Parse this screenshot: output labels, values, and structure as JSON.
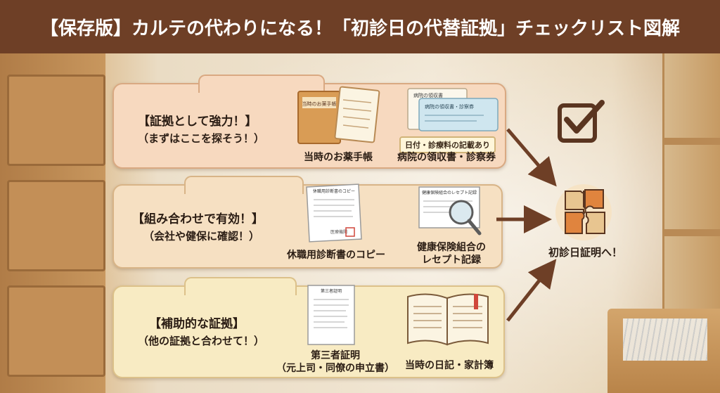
{
  "header": {
    "title": "【保存版】カルテの代わりになる！「初診日の代替証拠」チェックリスト図解"
  },
  "sections": [
    {
      "heading": "【証拠として強力！】",
      "subheading": "（まずはここを探そう！）",
      "items": [
        {
          "label": "当時のお薬手帳",
          "icon": "medicine-notebook-icon",
          "cover_text": "当時のお薬手帳"
        },
        {
          "label": "病院の領収書・診察券",
          "icon": "receipt-and-card-icon",
          "note": "日付・診療料の記載あり",
          "card_text_a": "病院の領収書",
          "card_text_b": "病院の領収書・診察券"
        }
      ]
    },
    {
      "heading": "【組み合わせで有効！】",
      "subheading": "（会社や健保に確認！）",
      "items": [
        {
          "label": "休職用診断書のコピー",
          "icon": "medical-certificate-icon",
          "doc_title": "休職用診断書のコピー",
          "stamp": "医療機関"
        },
        {
          "label_line1": "健康保険組合の",
          "label_line2": "レセプト記録",
          "icon": "insurance-record-magnifier-icon",
          "doc_title": "健康保険組合のレセプト記録"
        }
      ]
    },
    {
      "heading": "【補助的な証拠】",
      "subheading": "（他の証拠と合わせて！）",
      "items": [
        {
          "label_line1": "第三者証明",
          "label_line2": "（元上司・同僚の申立書）",
          "icon": "third-party-statement-icon",
          "doc_title": "第三者証明"
        },
        {
          "label": "当時の日記・家計簿",
          "icon": "open-diary-icon"
        }
      ]
    }
  ],
  "result": {
    "label": "初診日証明へ！",
    "icon": "puzzle-icon",
    "check_icon": "checkbox-checked-icon"
  },
  "colors": {
    "header_bg": "#6e3f26",
    "arrow": "#6e3f26",
    "puzzle_orange": "#e0843e",
    "puzzle_tan": "#e8c590",
    "check": "#5a3520"
  }
}
